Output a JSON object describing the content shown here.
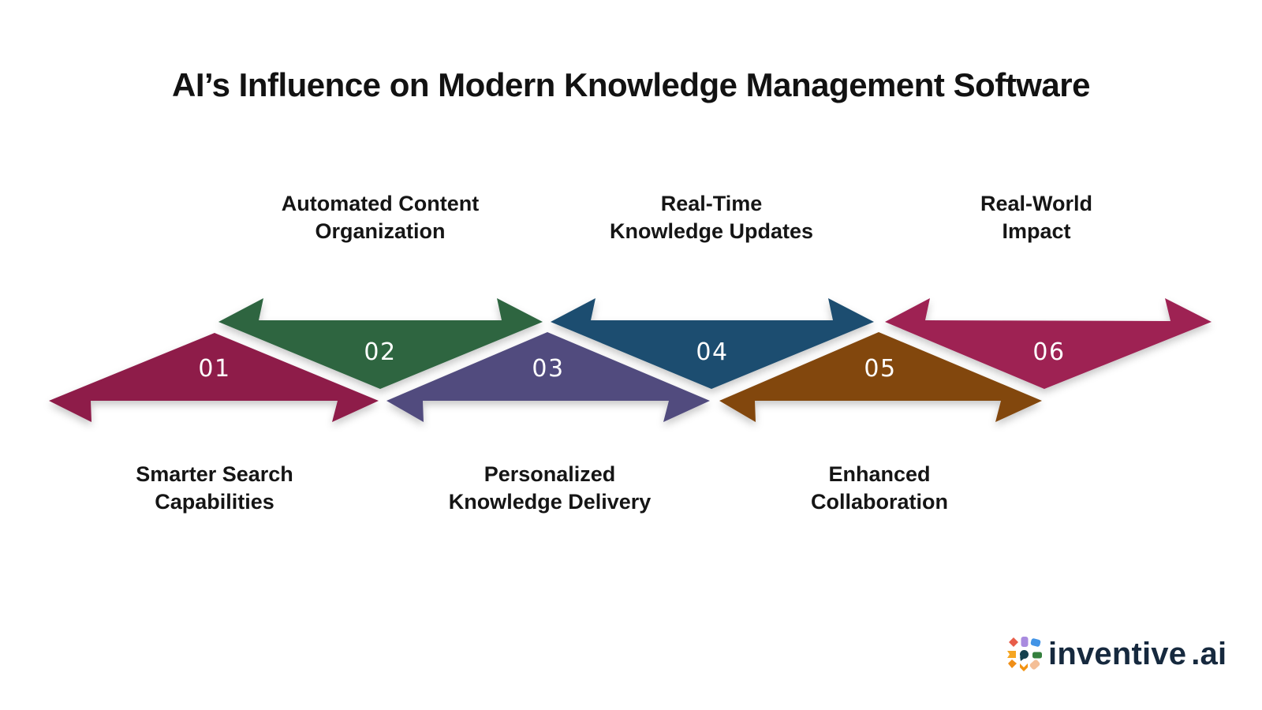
{
  "background": "#ffffff",
  "title": "AI’s Influence on Modern Knowledge Management Software",
  "steps": [
    {
      "number": "01",
      "line1": "Smarter Search",
      "line2": "Capabilities",
      "label_position": "below",
      "color": "#8e1c49"
    },
    {
      "number": "02",
      "line1": "Automated Content",
      "line2": "Organization",
      "label_position": "above",
      "color": "#2d6540"
    },
    {
      "number": "03",
      "line1": "Personalized",
      "line2": "Knowledge Delivery",
      "label_position": "below",
      "color": "#514c7e"
    },
    {
      "number": "04",
      "line1": "Real-Time",
      "line2": "Knowledge Updates",
      "label_position": "above",
      "color": "#1d4e70"
    },
    {
      "number": "05",
      "line1": "Enhanced",
      "line2": "Collaboration",
      "label_position": "below",
      "color": "#82460d"
    },
    {
      "number": "06",
      "line1": "Real-World",
      "line2": "Impact",
      "label_position": "above",
      "color": "#9e2153"
    }
  ],
  "logo": {
    "text": "inventive",
    "suffix": ".ai",
    "icon": "starburst-logo-icon",
    "text_color": "#16293e",
    "icon_palette": {
      "red": "#e85d4a",
      "purple": "#a98bdf",
      "blue": "#4294e6",
      "green": "#35803e",
      "peach": "#f4bf97",
      "orange": "#f29311",
      "amber": "#ef8e17",
      "flag": "#f5a623",
      "center": "#14404e"
    }
  },
  "number_color": "#ffffff",
  "text_color": "#151515"
}
